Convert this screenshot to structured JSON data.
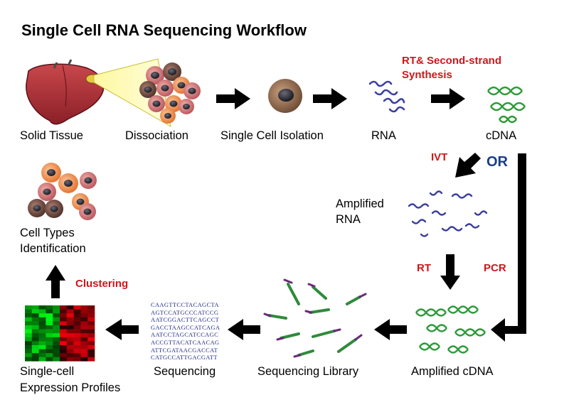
{
  "title": "Single Cell RNA Sequencing Workflow",
  "labels": {
    "solid_tissue": "Solid Tissue",
    "dissociation": "Dissociation",
    "single_cell_isolation": "Single Cell Isolation",
    "rna": "RNA",
    "cdna": "cDNA",
    "amplified_rna_line1": "Amplified",
    "amplified_rna_line2": "RNA",
    "cell_types_line1": "Cell Types",
    "cell_types_line2": "Identification",
    "profiles_line1": "Single-cell",
    "profiles_line2": "Expression Profiles",
    "sequencing": "Sequencing",
    "sequencing_library": "Sequencing Library",
    "amplified_cdna": "Amplified cDNA"
  },
  "steps": {
    "rt_second_strand_line1": "RT& Second-strand",
    "rt_second_strand_line2": "Synthesis",
    "ivt": "IVT",
    "or": "OR",
    "rt": "RT",
    "pcr": "PCR",
    "clustering": "Clustering"
  },
  "sequence_lines": [
    "CAAGTTCCTACAGCTA",
    "AGTCCATGCCCATCCG",
    "AATCGGACTTCAGCCT",
    "GACCTAAGCCATCAGA",
    "AATCCTAGCATCCAGC",
    "ACCGTTACATCAACAG",
    "ATTCGATAACGACCAT",
    "CATGCCATTGACGATT"
  ],
  "colors": {
    "step_label": "#d0161b",
    "or_label": "#1a3e86",
    "rna_strand": "#3a3f9e",
    "cdna_strand": "#2f9a3a",
    "arrow": "#000000"
  }
}
